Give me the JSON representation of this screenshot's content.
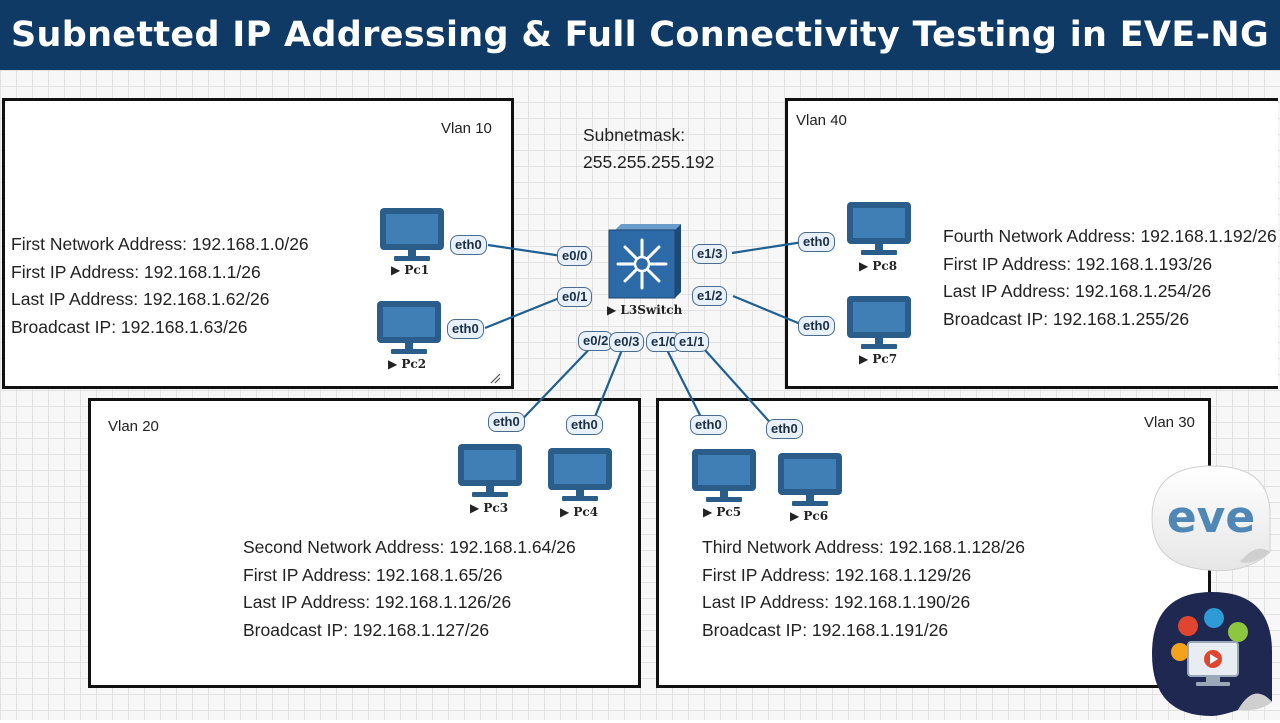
{
  "title": "Subnetted IP Addressing & Full Connectivity Testing in EVE-NG",
  "subnet_mask": {
    "label": "Subnetmask:",
    "value": "255.255.255.192"
  },
  "switch": {
    "name": "L3Switch"
  },
  "vlans": {
    "v10": {
      "label": "Vlan 10",
      "lines": [
        "First Network Address: 192.168.1.0/26",
        "First IP Address: 192.168.1.1/26",
        "Last IP Address: 192.168.1.62/26",
        "Broadcast IP: 192.168.1.63/26"
      ]
    },
    "v20": {
      "label": "Vlan 20",
      "lines": [
        "Second Network Address: 192.168.1.64/26",
        "First IP Address: 192.168.1.65/26",
        "Last IP Address: 192.168.1.126/26",
        "Broadcast IP: 192.168.1.127/26"
      ]
    },
    "v30": {
      "label": "Vlan 30",
      "lines": [
        "Third Network Address: 192.168.1.128/26",
        "First IP Address: 192.168.1.129/26",
        "Last IP Address: 192.168.1.190/26",
        "Broadcast IP: 192.168.1.191/26"
      ]
    },
    "v40": {
      "label": "Vlan 40",
      "lines": [
        "Fourth Network Address: 192.168.1.192/26",
        "First IP Address: 192.168.1.193/26",
        "Last IP Address: 192.168.1.254/26",
        "Broadcast IP: 192.168.1.255/26"
      ]
    }
  },
  "pcs": {
    "pc1": "Pc1",
    "pc2": "Pc2",
    "pc3": "Pc3",
    "pc4": "Pc4",
    "pc5": "Pc5",
    "pc6": "Pc6",
    "pc7": "Pc7",
    "pc8": "Pc8"
  },
  "ports": {
    "pc_eth": "eth0",
    "sw_e00": "e0/0",
    "sw_e01": "e0/1",
    "sw_e02": "e0/2",
    "sw_e03": "e0/3",
    "sw_e10": "e1/0",
    "sw_e11": "e1/1",
    "sw_e12": "e1/2",
    "sw_e13": "e1/3"
  },
  "logos": {
    "eve": "eve"
  },
  "colors": {
    "title_bg": "#0f3a66",
    "link": "#1f5f91",
    "monitor": "#2b5d8a",
    "screen": "#3f7fb5"
  }
}
